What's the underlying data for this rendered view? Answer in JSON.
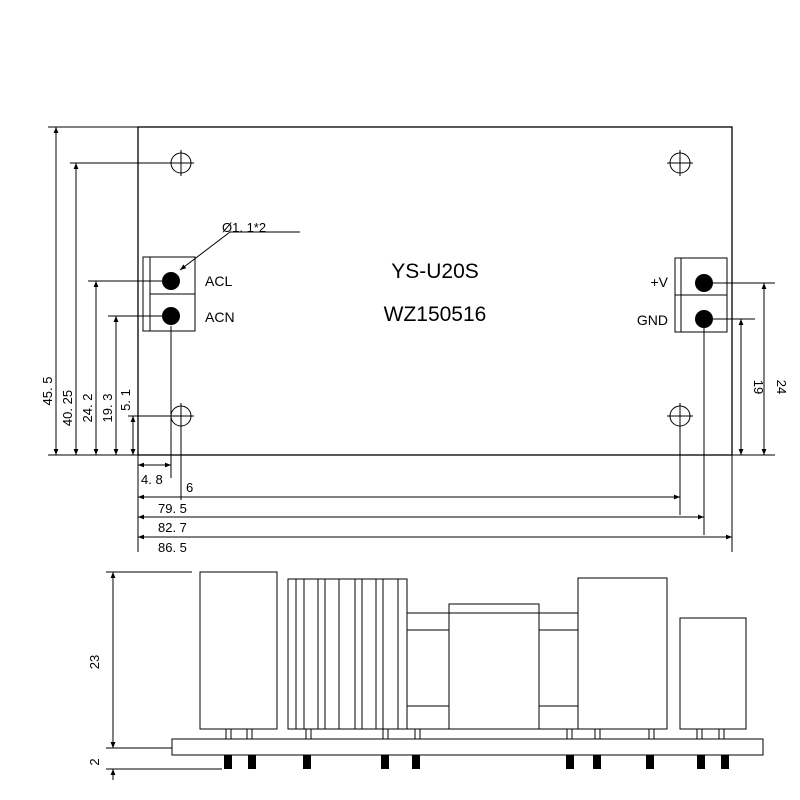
{
  "model": "YS-U20S",
  "code": "WZ150516",
  "pin_spec": "Ø1. 1*2",
  "pins": {
    "acl": "ACL",
    "acn": "ACN",
    "plus_v": "+V",
    "gnd": "GND"
  },
  "dimensions": {
    "height_total": "45. 5",
    "hole_v_spacing": "40. 25",
    "acl_height": "24. 2",
    "acn_height": "19. 3",
    "hole_offset_y": "5. 1",
    "left_pin_x": "4. 8",
    "left_hole_x": "6",
    "right_hole_x": "79. 5",
    "right_pin_x": "82. 7",
    "width_total": "86. 5",
    "plus_v_height": "24",
    "gnd_height": "19",
    "component_height": "23",
    "pin_length": "2"
  }
}
